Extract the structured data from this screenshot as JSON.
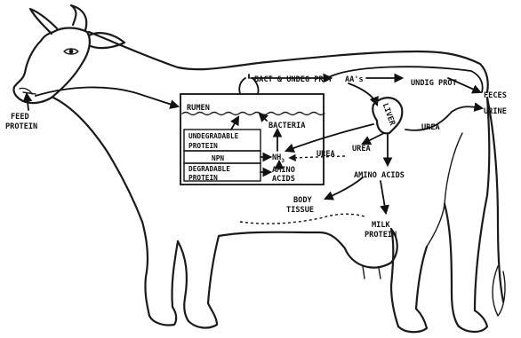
{
  "labels": {
    "feed_protein_1": "FEED",
    "feed_protein_2": "PROTEIN",
    "rumen": "RUMEN",
    "undegradable_1": "UNDEGRADABLE",
    "undegradable_2": "PROTEIN",
    "npn": "NPN",
    "degradable_1": "DEGRADABLE",
    "degradable_2": "PROTEIN",
    "bacteria": "BACTERIA",
    "nh3": "NH",
    "nh3_sub": "3",
    "amino_acids_rumen_1": "AMINO",
    "amino_acids_rumen_2": "ACIDS",
    "bact_undeg_prot": "BACT & UNDEG PROT",
    "aas": "AA's",
    "undig_prot": "UNDIG PROT",
    "feces": "FECES",
    "urine": "URINE",
    "liver": "LIVER",
    "urea_right": "UREA",
    "urea_liver": "UREA",
    "urea_dashed": "UREA",
    "amino_acids": "AMINO ACIDS",
    "body_tissue_1": "BODY",
    "body_tissue_2": "TISSUE",
    "milk_protein_1": "MILK",
    "milk_protein_2": "PROTEIN"
  }
}
